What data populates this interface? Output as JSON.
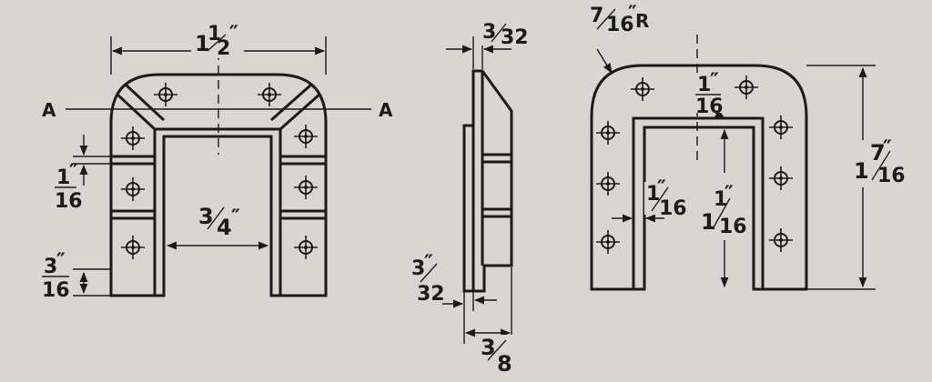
{
  "front_view": {
    "overall_width": {
      "whole": "1",
      "num": "1",
      "den": "2"
    },
    "section_label_left": "A",
    "section_label_right": "A",
    "spacer_gap": {
      "whole": "1",
      "num": "",
      "den": "16"
    },
    "inner_width": {
      "whole": "",
      "num": "3",
      "den": "4"
    },
    "base_height": {
      "whole": "",
      "num": "3",
      "den": "16"
    }
  },
  "side_view": {
    "top_thickness": {
      "whole": "",
      "num": "3",
      "den": "32"
    },
    "bottom_thickness": {
      "whole": "",
      "num": "3",
      "den": "32"
    },
    "depth": {
      "whole": "",
      "num": "3",
      "den": "8"
    }
  },
  "rear_view": {
    "corner_radius": {
      "whole": "",
      "num": "7",
      "den": "16",
      "suffix": "R"
    },
    "lip": {
      "whole": "1",
      "num": "",
      "den": "16"
    },
    "wall": {
      "whole": "",
      "num": "1",
      "den": "16"
    },
    "inner_height": {
      "whole": "1",
      "num": "1",
      "den": "16"
    },
    "overall_height": {
      "whole": "1",
      "num": "7",
      "den": "16"
    }
  },
  "colors": {
    "paper": "#d9d6d1",
    "ink": "#1b1b1b"
  }
}
